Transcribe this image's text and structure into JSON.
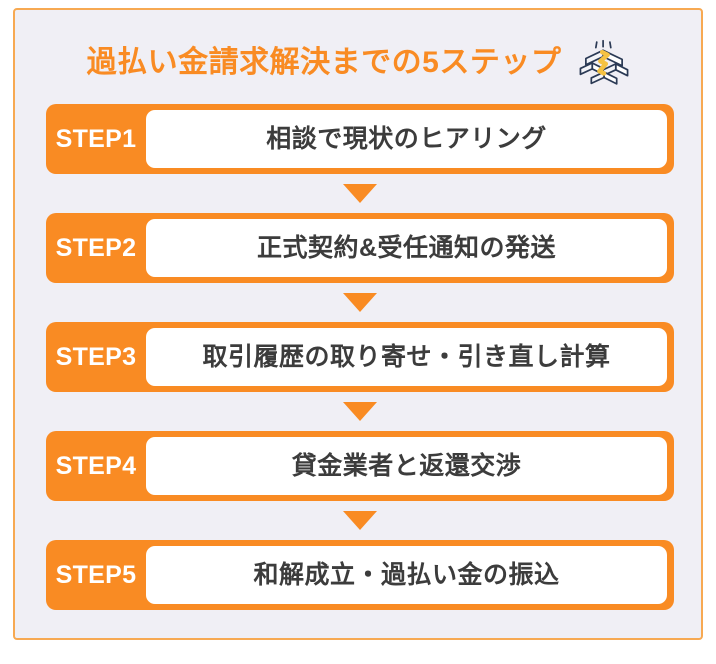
{
  "header": {
    "title": "過払い金請求解決までの5ステップ",
    "icon": "money-bundle-icon",
    "title_color": "#f98b23"
  },
  "theme": {
    "accent": "#f98b23",
    "frame_border": "#f7a952",
    "background": "#f0eff5",
    "panel": "#ffffff",
    "text": "#3c3c3c",
    "icon_outline": "#2b3a55",
    "icon_band": "#f5c242"
  },
  "steps": [
    {
      "label": "STEP1",
      "text": "相談で現状のヒアリング"
    },
    {
      "label": "STEP2",
      "text": "正式契約&受任通知の発送"
    },
    {
      "label": "STEP3",
      "text": "取引履歴の取り寄せ・引き直し計算"
    },
    {
      "label": "STEP4",
      "text": "貸金業者と返還交渉"
    },
    {
      "label": "STEP5",
      "text": "和解成立・過払い金の振込"
    }
  ]
}
